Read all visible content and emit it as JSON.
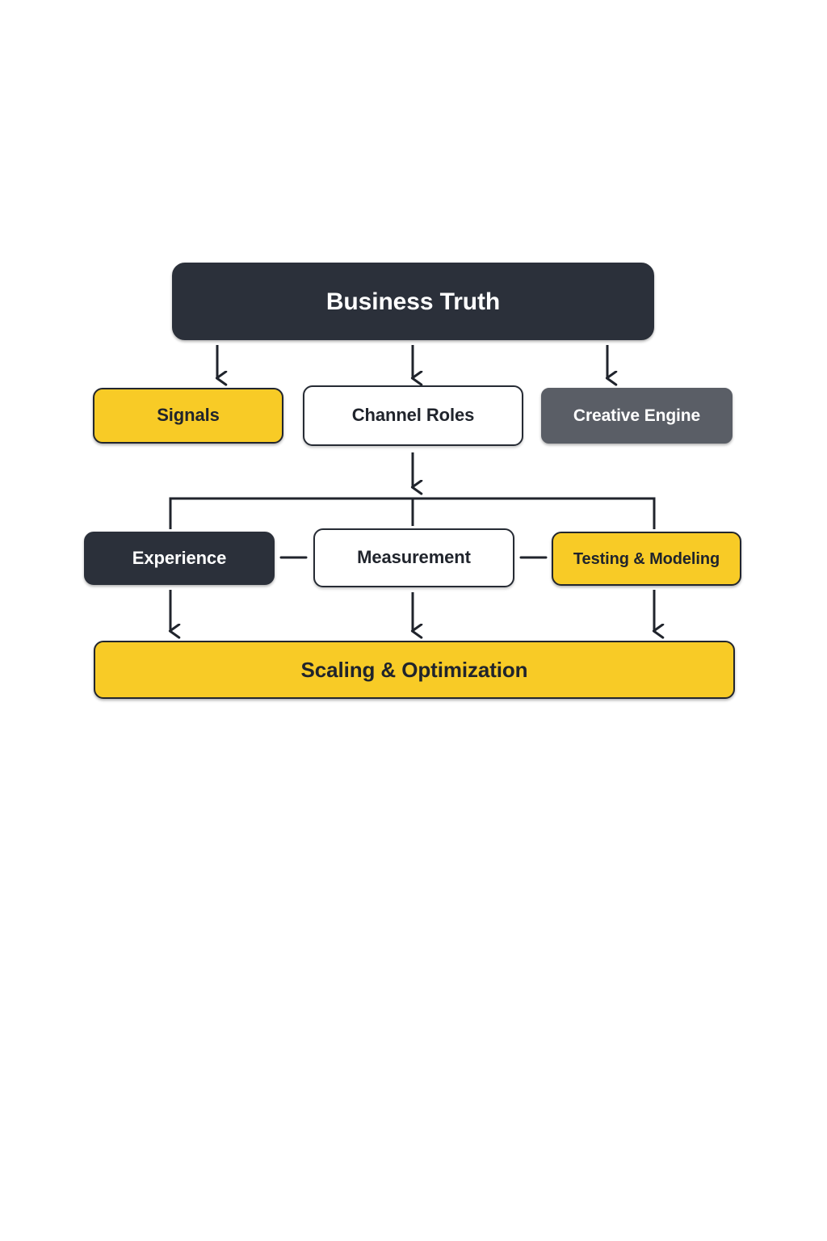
{
  "diagram": {
    "title": "Business Truth flow diagram",
    "background_color": "#ffffff",
    "colors": {
      "dark": "#2b303a",
      "yellow": "#f8cb26",
      "gray": "#5a5e66",
      "white": "#ffffff",
      "stroke": "#22262e"
    },
    "levels": [
      {
        "name": "root",
        "nodes": [
          {
            "id": "business-truth",
            "label": "Business Truth",
            "style": "dark"
          }
        ]
      },
      {
        "name": "inputs",
        "nodes": [
          {
            "id": "signals",
            "label": "Signals",
            "style": "yellow"
          },
          {
            "id": "channel-roles",
            "label": "Channel Roles",
            "style": "white"
          },
          {
            "id": "creative-engine",
            "label": "Creative Engine",
            "style": "gray"
          }
        ]
      },
      {
        "name": "methods",
        "nodes": [
          {
            "id": "experience",
            "label": "Experience",
            "style": "dark"
          },
          {
            "id": "measurement",
            "label": "Measurement",
            "style": "white"
          },
          {
            "id": "testing-modeling",
            "label": "Testing & Modeling",
            "style": "yellow"
          }
        ]
      },
      {
        "name": "outcome",
        "nodes": [
          {
            "id": "scaling-optimization",
            "label": "Scaling & Optimization",
            "style": "yellow"
          }
        ]
      }
    ],
    "connections": [
      {
        "from": "business-truth",
        "to": "signals",
        "type": "arrow-down"
      },
      {
        "from": "business-truth",
        "to": "channel-roles",
        "type": "arrow-down"
      },
      {
        "from": "business-truth",
        "to": "creative-engine",
        "type": "arrow-down"
      },
      {
        "from": "channel-roles",
        "to": "methods-bus",
        "type": "arrow-down"
      },
      {
        "from": "methods-bus",
        "to": "experience",
        "type": "line"
      },
      {
        "from": "methods-bus",
        "to": "measurement",
        "type": "line"
      },
      {
        "from": "methods-bus",
        "to": "testing-modeling",
        "type": "line"
      },
      {
        "from": "experience",
        "to": "measurement",
        "type": "dash-horizontal"
      },
      {
        "from": "measurement",
        "to": "testing-modeling",
        "type": "dash-horizontal"
      },
      {
        "from": "experience",
        "to": "scaling-optimization",
        "type": "arrow-down"
      },
      {
        "from": "measurement",
        "to": "scaling-optimization",
        "type": "arrow-down"
      },
      {
        "from": "testing-modeling",
        "to": "scaling-optimization",
        "type": "arrow-down"
      }
    ]
  }
}
